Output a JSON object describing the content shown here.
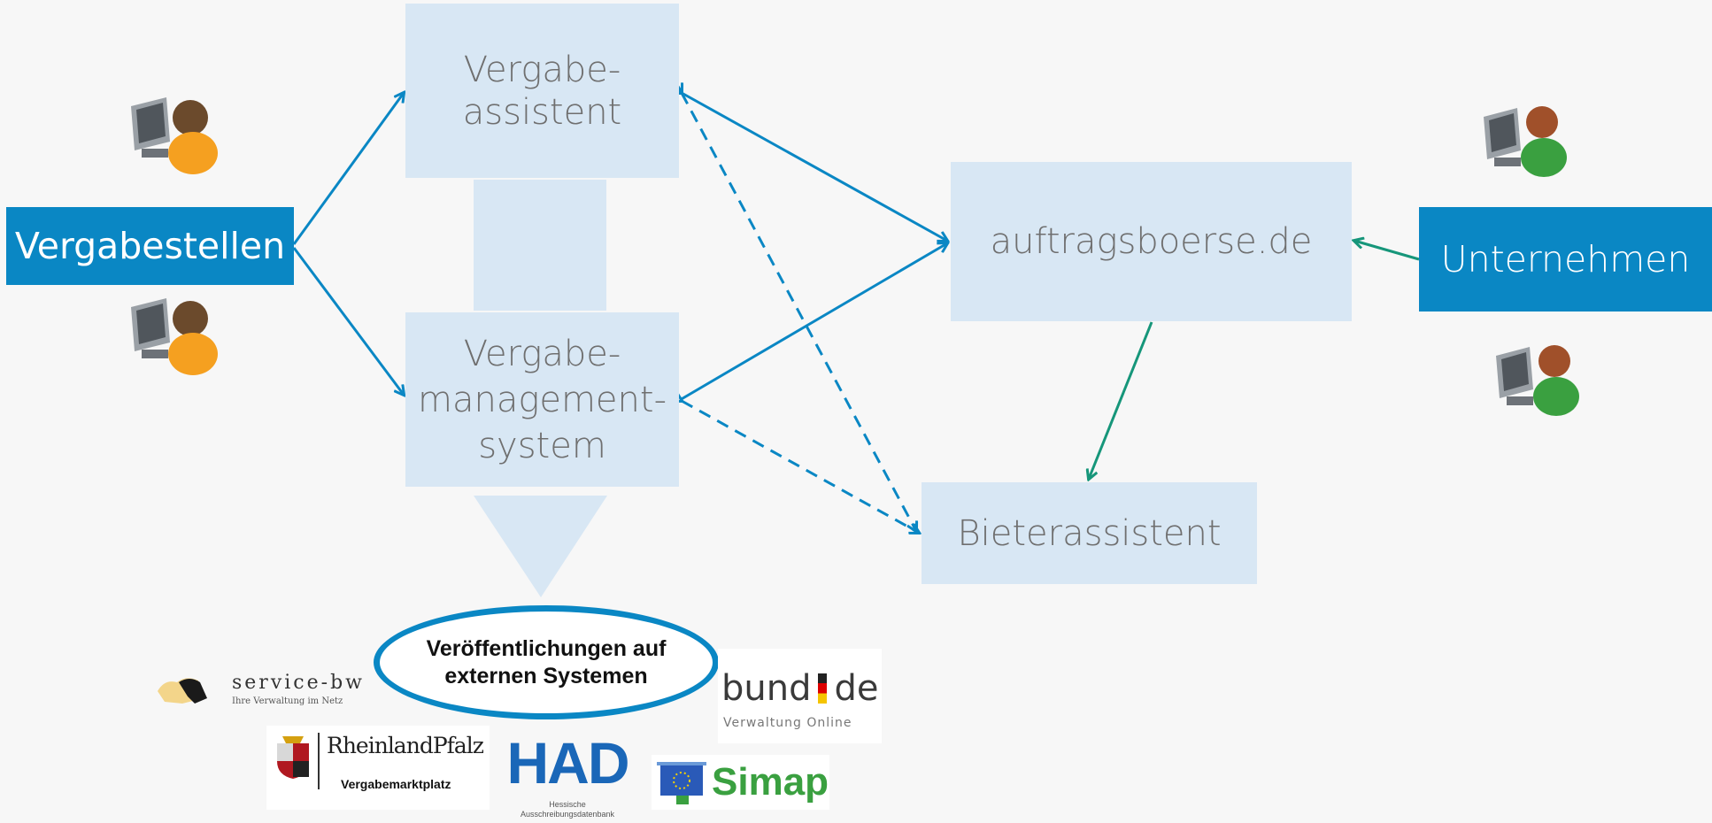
{
  "nodes": {
    "vergabestellen": "Vergabestellen",
    "unternehmen": "Unternehmen",
    "assistent_l1": "Vergabe-",
    "assistent_l2": "assistent",
    "vms_l1": "Vergabe-",
    "vms_l2": "management-",
    "vms_l3": "system",
    "auftragsboerse": "auftragsboerse.de",
    "bieterassistent": "Bieterassistent"
  },
  "publication": {
    "line1": "Veröffentlichungen auf",
    "line2": "externen Systemen"
  },
  "logos": {
    "service_bw": {
      "name": "service-bw",
      "tagline": "Ihre Verwaltung im Netz"
    },
    "bund_de": {
      "name_left": "bund",
      "name_right": "de",
      "tagline": "Verwaltung Online"
    },
    "rlp": {
      "name": "RheinlandPfalz",
      "tagline": "Vergabemarktplatz"
    },
    "had": {
      "name": "HAD",
      "tagline_l1": "Hessische",
      "tagline_l2": "Ausschreibungsdatenbank"
    },
    "simap": {
      "name": "Simap"
    }
  },
  "colors": {
    "accent": "#0a87c4",
    "box_fill": "#d8e7f4",
    "green_arrow": "#16967a"
  }
}
